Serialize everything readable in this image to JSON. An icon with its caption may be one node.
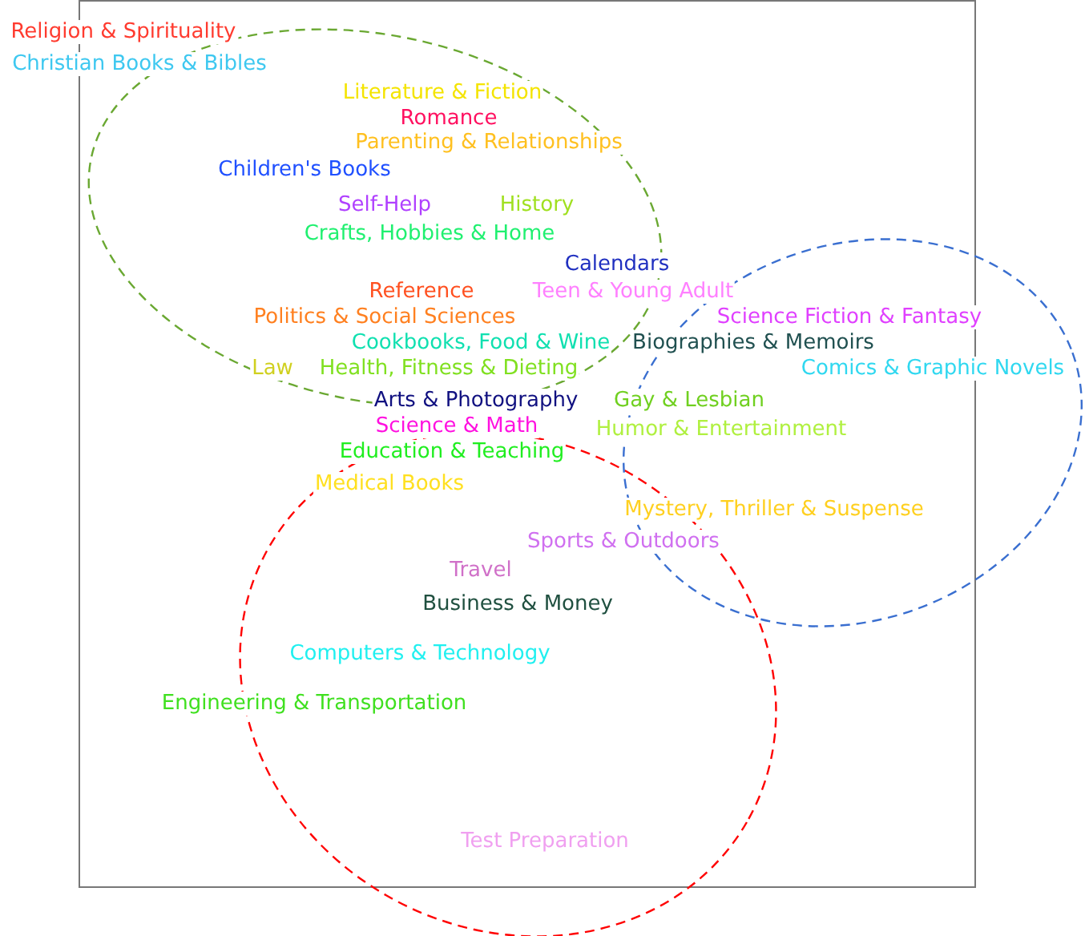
{
  "diagram": {
    "labels": [
      "Religion & Spirituality",
      "Christian Books & Bibles",
      "Literature & Fiction",
      "Romance",
      "Parenting & Relationships",
      "Children's Books",
      "Self-Help",
      "History",
      "Crafts, Hobbies & Home",
      "Calendars",
      "Reference",
      "Teen & Young Adult",
      "Politics & Social Sciences",
      "Science Fiction & Fantasy",
      "Cookbooks, Food & Wine",
      "Biographies & Memoirs",
      "Law",
      "Health, Fitness & Dieting",
      "Comics & Graphic Novels",
      "Arts & Photography",
      "Gay & Lesbian",
      "Science & Math",
      "Humor & Entertainment",
      "Education & Teaching",
      "Medical Books",
      "Mystery, Thriller & Suspense",
      "Sports & Outdoors",
      "Travel",
      "Business & Money",
      "Computers & Technology",
      "Engineering & Transportation",
      "Test Preparation"
    ]
  }
}
